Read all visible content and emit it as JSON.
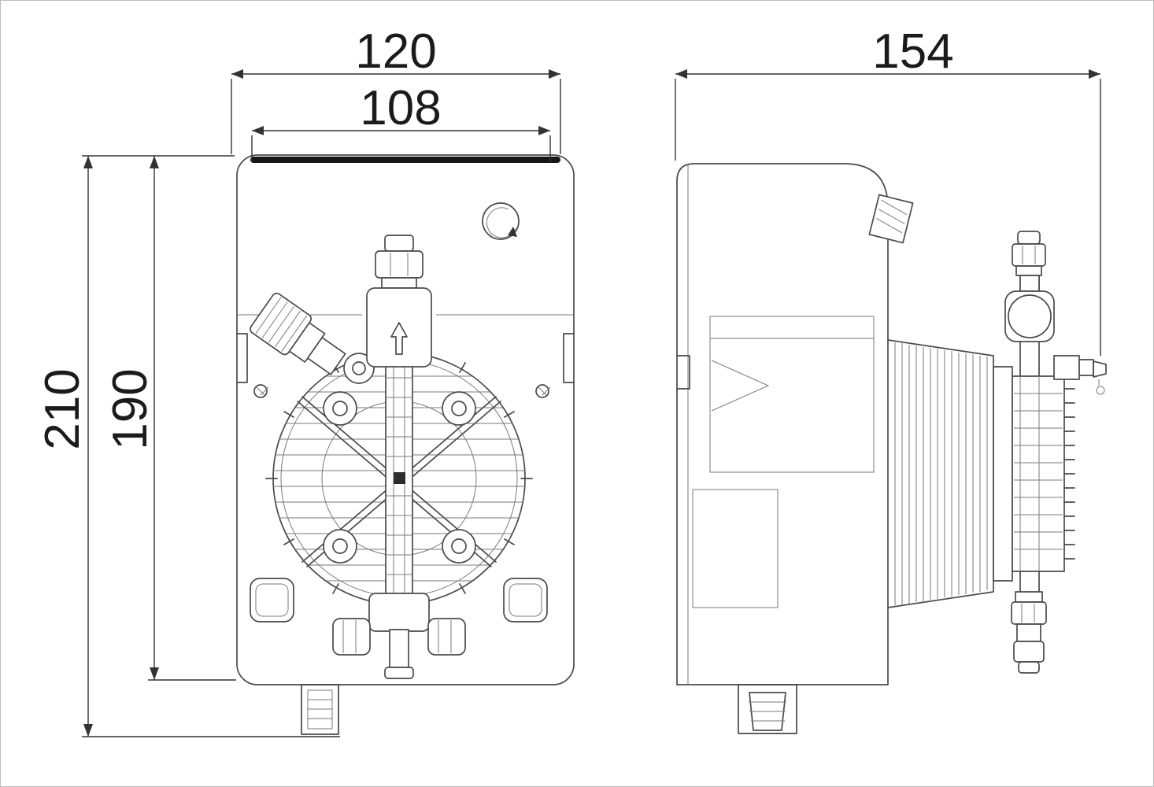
{
  "colors": {
    "line": "#4a4a4a",
    "dimension_line": "#333333",
    "label_text": "#1b1b1b",
    "background": "#ffffff",
    "frame_border": "#bdbdbd"
  },
  "dimensions": {
    "front_overall_width": "120",
    "front_port_width": "108",
    "side_overall_depth": "154",
    "overall_height": "210",
    "body_height": "190"
  }
}
